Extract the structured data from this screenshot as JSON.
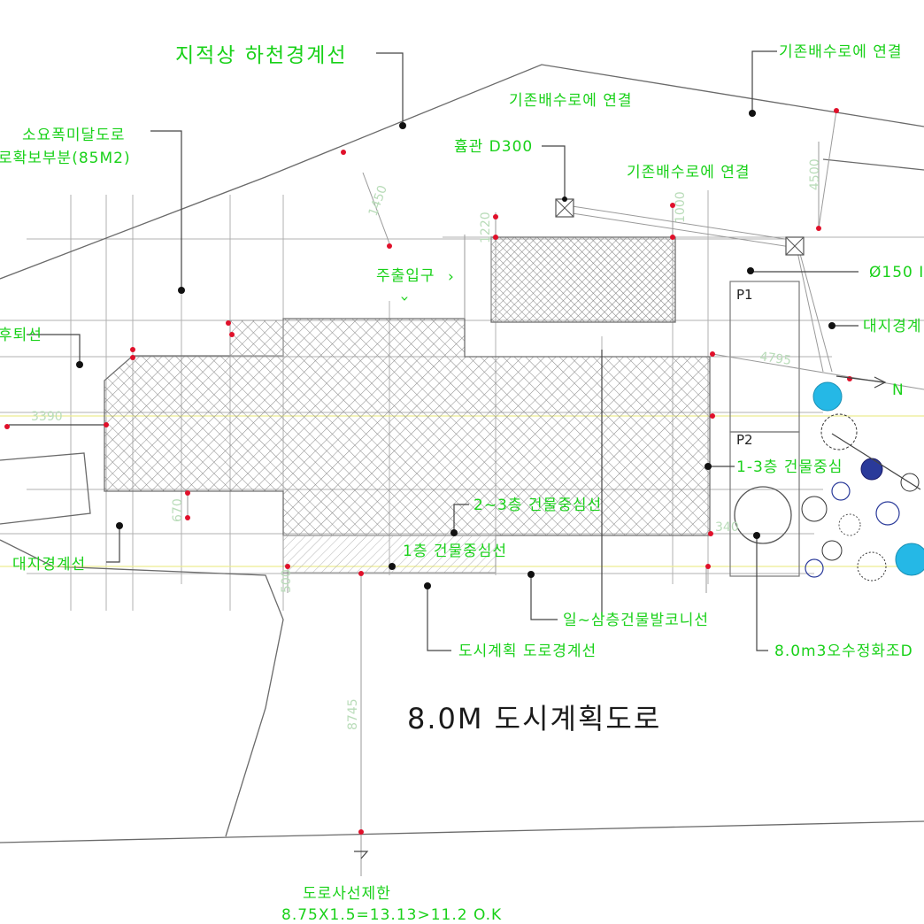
{
  "labels": {
    "river_boundary": "지적상 하천경계선",
    "drain_connect_top_right": "기존배수로에 연결",
    "drain_connect_center": "기존배수로에 연결",
    "drain_connect_right": "기존배수로에 연결",
    "drain_pipe": "흄관 D300",
    "unclaimed_road_1": "소요폭미달도로",
    "unclaimed_road_2": "로확보부분(85M2)",
    "entrance": "주출입구",
    "setback_line": "후퇴선",
    "pipe_150": "Ø150 I",
    "site_boundary_right": "대지경계",
    "floors_1_3_center": "1-3층 건물중심",
    "floors_2_3_center": "2~3층 건물중심선",
    "floor_1_center": "1층 건물중심선",
    "site_boundary_left": "대지경계선",
    "balcony_line": "일~삼층건물발코니선",
    "city_road_boundary": "도시계획 도로경계선",
    "septic_tank": "8.0m3오수정화조D",
    "main_road": "8.0M 도시계획도로",
    "road_slope_limit": "도로사선제한",
    "road_slope_calc": "8.75X1.5=13.13>11.2 O.K",
    "parking_1": "P1",
    "parking_2": "P2",
    "north_arrow": "N"
  },
  "dimensions": {
    "d4795": "4795",
    "d3390": "3390",
    "d8745": "8745",
    "d4500": "4500",
    "d1450": "1450",
    "d1220": "1220",
    "d1000": "1000",
    "d500": "500",
    "d340": "340",
    "d670": "670"
  },
  "colors": {
    "label_green": "#19d119",
    "dimension_green": "#b9dcb9",
    "marker_red": "#e0102a",
    "tree_blue": "#25b8e6"
  }
}
